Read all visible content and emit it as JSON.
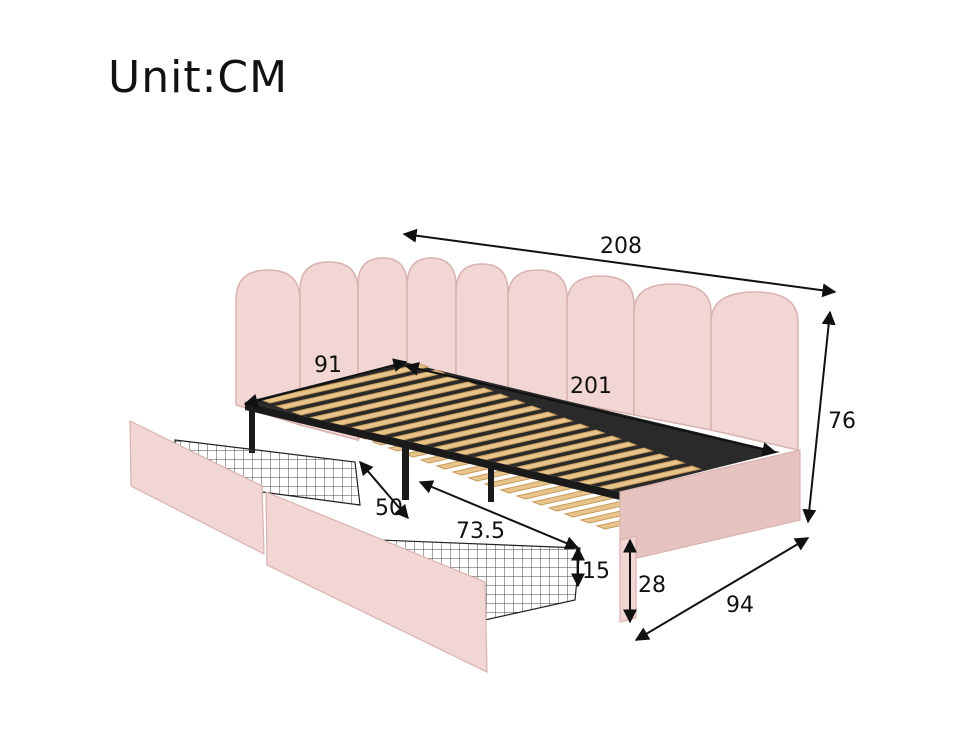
{
  "title": "Unit:CM",
  "colors": {
    "fabric": "#f1d6d3",
    "fabric_edge": "#d8b3af",
    "fabric_shadow": "#e7c3bf",
    "slat": "#e7c48c",
    "slat_edge": "#c99a5a",
    "metal": "#1a1a1a",
    "text": "#111111"
  },
  "dimensions": {
    "total_length": "208",
    "height": "76",
    "inner_width": "91",
    "inner_length": "201",
    "drawer_depth": "50",
    "drawer_length": "73.5",
    "drawer_height": "15",
    "side_height": "28",
    "total_width": "94"
  }
}
